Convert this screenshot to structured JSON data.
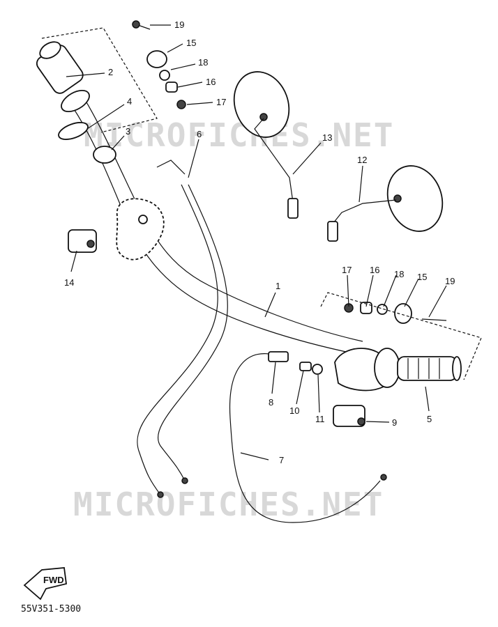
{
  "watermark": "MICROFICHES.NET",
  "diagram_code": "55V351-5300",
  "fwd_label": "FWD",
  "parts": {
    "p1": "1",
    "p2": "2",
    "p3": "3",
    "p4": "4",
    "p5": "5",
    "p6": "6",
    "p7": "7",
    "p8": "8",
    "p9": "9",
    "p10": "10",
    "p11": "11",
    "p12": "12",
    "p13": "13",
    "p14": "14",
    "p15a": "15",
    "p16a": "16",
    "p17a": "17",
    "p18a": "18",
    "p19a": "19",
    "p15b": "15",
    "p16b": "16",
    "p17b": "17",
    "p18b": "18",
    "p19b": "19"
  }
}
